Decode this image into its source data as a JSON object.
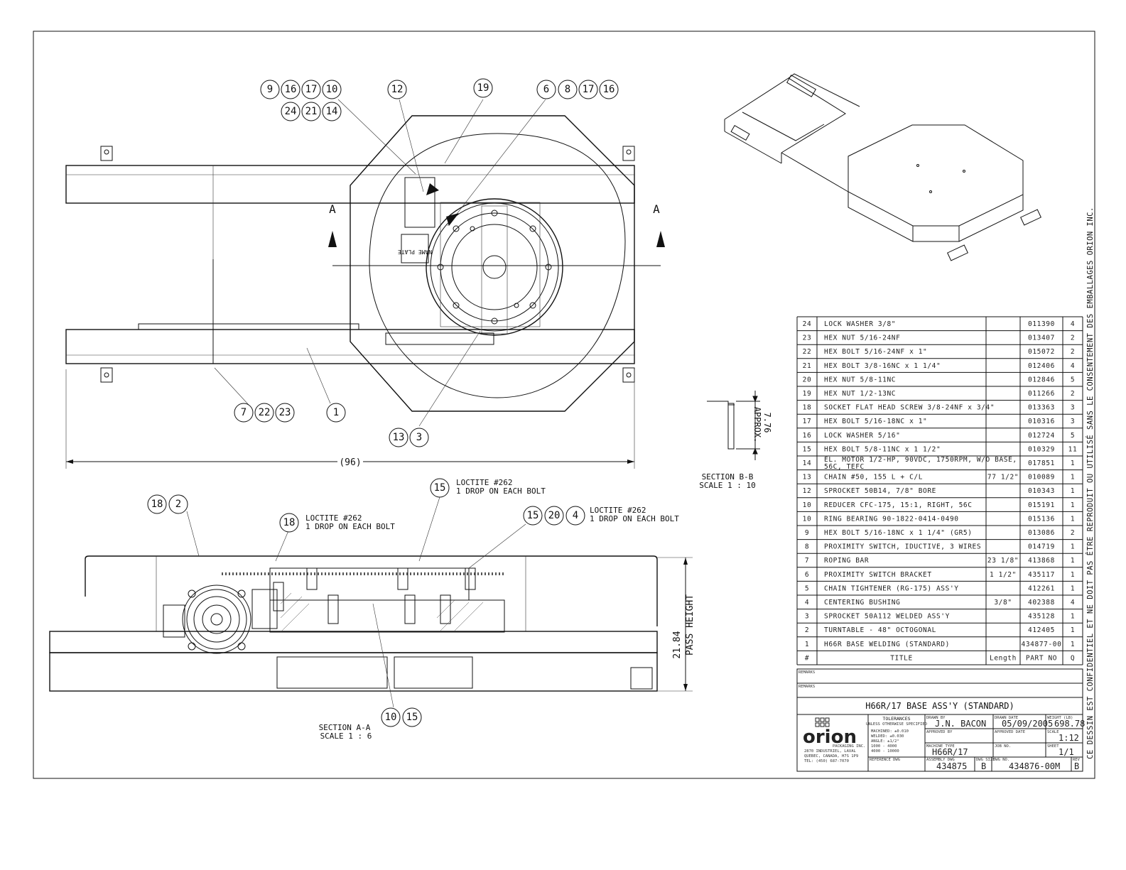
{
  "views": {
    "plan_dimension": "(96)",
    "section_aa": {
      "title": "SECTION A-A",
      "scale": "SCALE 1 : 6",
      "height_dim": "21.84",
      "height_label": "PASS HEIGHT"
    },
    "section_bb": {
      "title": "SECTION B-B",
      "scale": "SCALE 1 : 10",
      "dim": "7.76",
      "dim_label": "APPROX."
    },
    "nameplate": "NAME PLATE",
    "section_marker": "A",
    "notes": [
      {
        "line1": "LOCTITE #262",
        "line2": "1 DROP ON EACH BOLT"
      },
      {
        "line1": "LOCTITE #262",
        "line2": "1 DROP ON EACH BOLT"
      },
      {
        "line1": "LOCTITE #262",
        "line2": "1 DROP ON EACH BOLT"
      }
    ]
  },
  "balloons": {
    "b1": [
      "9",
      "16",
      "17",
      "10"
    ],
    "b2": [
      "24",
      "21",
      "14"
    ],
    "b3": [
      "12"
    ],
    "b4": [
      "19"
    ],
    "b5": [
      "6",
      "8",
      "17",
      "16"
    ],
    "b6": [
      "7",
      "22",
      "23"
    ],
    "b7": [
      "1"
    ],
    "b8": [
      "13",
      "3"
    ],
    "b9": [
      "18",
      "2"
    ],
    "b10": [
      "18"
    ],
    "b11": [
      "15"
    ],
    "b12": [
      "15",
      "20",
      "4"
    ],
    "b13": [
      "10",
      "15"
    ]
  },
  "bom": {
    "header": {
      "item": "#",
      "title": "TITLE",
      "length": "Length",
      "part": "PART NO",
      "qty": "Q"
    },
    "rows": [
      {
        "item": "24",
        "title": "LOCK WASHER 3/8\"",
        "length": "",
        "part": "011390",
        "qty": "4"
      },
      {
        "item": "23",
        "title": "HEX NUT 5/16-24NF",
        "length": "",
        "part": "013407",
        "qty": "2"
      },
      {
        "item": "22",
        "title": "HEX BOLT 5/16-24NF x 1\"",
        "length": "",
        "part": "015072",
        "qty": "2"
      },
      {
        "item": "21",
        "title": "HEX BOLT 3/8-16NC x 1 1/4\"",
        "length": "",
        "part": "012406",
        "qty": "4"
      },
      {
        "item": "20",
        "title": "HEX NUT 5/8-11NC",
        "length": "",
        "part": "012846",
        "qty": "5"
      },
      {
        "item": "19",
        "title": "HEX NUT 1/2-13NC",
        "length": "",
        "part": "011266",
        "qty": "2"
      },
      {
        "item": "18",
        "title": "SOCKET FLAT HEAD SCREW 3/8-24NF x 3/4\"",
        "length": "",
        "part": "013363",
        "qty": "3"
      },
      {
        "item": "17",
        "title": "HEX BOLT 5/16-18NC x 1\"",
        "length": "",
        "part": "010316",
        "qty": "3"
      },
      {
        "item": "16",
        "title": "LOCK WASHER 5/16\"",
        "length": "",
        "part": "012724",
        "qty": "5"
      },
      {
        "item": "15",
        "title": "HEX BOLT 5/8-11NC x 1 1/2\"",
        "length": "",
        "part": "010329",
        "qty": "11"
      },
      {
        "item": "14",
        "title": "EL. MOTOR 1/2-HP, 90VDC, 1750RPM, W/O BASE,",
        "title2": "56C, TEFC",
        "length": "",
        "part": "017851",
        "qty": "1"
      },
      {
        "item": "13",
        "title": "CHAIN #50, 155 L + C/L",
        "length": "77 1/2\"",
        "part": "010089",
        "qty": "1"
      },
      {
        "item": "12",
        "title": "SPROCKET 50B14, 7/8\" BORE",
        "length": "",
        "part": "010343",
        "qty": "1"
      },
      {
        "item": "10",
        "title": "REDUCER CFC-175, 15:1, RIGHT, 56C",
        "length": "",
        "part": "015191",
        "qty": "1"
      },
      {
        "item": "10",
        "title": "RING BEARING 90-1822-0414-0490",
        "length": "",
        "part": "015136",
        "qty": "1"
      },
      {
        "item": "9",
        "title": "HEX BOLT 5/16-18NC x 1 1/4\" (GR5)",
        "length": "",
        "part": "013086",
        "qty": "2"
      },
      {
        "item": "8",
        "title": "PROXIMITY SWITCH, IDUCTIVE, 3 WIRES",
        "length": "",
        "part": "014719",
        "qty": "1"
      },
      {
        "item": "7",
        "title": "ROPING BAR",
        "length": "23 1/8\"",
        "part": "413868",
        "qty": "1"
      },
      {
        "item": "6",
        "title": "PROXIMITY SWITCH BRACKET",
        "length": "1 1/2\"",
        "part": "435117",
        "qty": "1"
      },
      {
        "item": "5",
        "title": "CHAIN TIGHTENER (RG-175) ASS'Y",
        "length": "",
        "part": "412261",
        "qty": "1"
      },
      {
        "item": "4",
        "title": "CENTERING BUSHING",
        "length": "3/8\"",
        "part": "402388",
        "qty": "4"
      },
      {
        "item": "3",
        "title": "SPROCKET 50A112 WELDED ASS'Y",
        "length": "",
        "part": "435128",
        "qty": "1"
      },
      {
        "item": "2",
        "title": "TURNTABLE - 48\" OCTOGONAL",
        "length": "",
        "part": "412405",
        "qty": "1"
      },
      {
        "item": "1",
        "title": "H66R BASE WELDING (STANDARD)",
        "length": "",
        "part": "434877-00",
        "qty": "1"
      }
    ]
  },
  "title_block": {
    "remarks1": "REMARKS",
    "remarks2": "REMARKS",
    "drawing_title": "H66R/17 BASE ASS'Y (STANDARD)",
    "company": "orion",
    "company_sub": "PACKAGING INC.",
    "address1": "2870 INDUSTRIEL, LAVAL",
    "address2": "QUEBEC, CANADA, H7S 1P9",
    "phone": "TEL: (450) 687-7070",
    "tolerances": "TOLERANCES",
    "tolerances_sub": "UNLESS OTHERWISE SPECIFIED",
    "tol_lines": [
      "MACHINED: ±0.010",
      "WELDED: ±0.030",
      "ANGLE: ±1/2°",
      "1000 - 4000",
      "4000 - 10000"
    ],
    "drawn_by_label": "DRAWN BY",
    "drawn_by": "J.N. BACON",
    "drawn_date_label": "DRAWN DATE",
    "drawn_date": "05/09/2005",
    "weight_label": "WEIGHT (LB)",
    "weight": "698.78",
    "approved_by_label": "APPROVED BY",
    "approved_date_label": "APPROVED DATE",
    "scale_label": "SCALE",
    "scale": "1:12",
    "machine_type_label": "MACHINE TYPE",
    "machine_type": "H66R/17",
    "job_no_label": "JOB NO.",
    "sheet_label": "SHEET",
    "sheet": "1/1",
    "reference_dwg_label": "REFERENCE DWG",
    "assembly_dwg_label": "ASSEMBLY DWG",
    "assembly_dwg": "434875",
    "dwg_size_label": "DWG SIZE",
    "dwg_size": "B",
    "dwg_no_label": "DWG NO.",
    "dwg_no": "434876-00M",
    "rev_label": "REV",
    "rev": "B"
  },
  "confidentiality": "CE DESSIN EST CONFIDENTIEL ET NE DOIT PAS ÊTRE REPRODUIT OU UTILISÉ SANS LE CONSENTEMENT DES EMBALLAGES ORION INC."
}
